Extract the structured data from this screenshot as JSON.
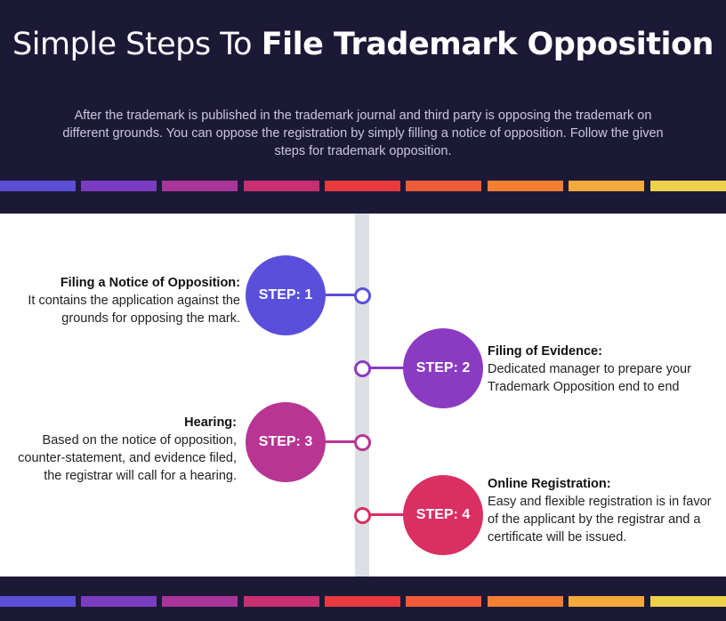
{
  "header": {
    "title_regular": "Simple Steps To",
    "title_bold": "File Trademark Opposition",
    "intro": "After the trademark is published in the trademark journal and third party is opposing the trademark on different grounds. You can oppose the registration by simply filling a notice of opposition. Follow the given steps for trademark opposition."
  },
  "colors": {
    "background_dark": "#1c1937",
    "spine": "#dcdfe3",
    "stripe": [
      "#5b4fd6",
      "#7a3cc0",
      "#a93599",
      "#c92f70",
      "#e8393f",
      "#ef5b38",
      "#f47f32",
      "#f3a93b",
      "#eed14b"
    ]
  },
  "steps": [
    {
      "label": "STEP: 1",
      "heading": "Filing a Notice of Opposition:",
      "description": "It contains the application against the grounds for opposing the mark.",
      "color": "#5a4fdb",
      "side": "left"
    },
    {
      "label": "STEP: 2",
      "heading": "Filing of Evidence:",
      "description": "Dedicated manager to prepare your Trademark Opposition end to end",
      "color": "#8a3bc2",
      "side": "right"
    },
    {
      "label": "STEP: 3",
      "heading": "Hearing:",
      "description": "Based on the notice of opposition, counter-statement, and evidence filed, the registrar will call for a hearing.",
      "color": "#b83594",
      "side": "left"
    },
    {
      "label": "STEP: 4",
      "heading": "Online Registration:",
      "description": "Easy and flexible registration is in favor of the applicant by the registrar and a certificate will be issued.",
      "color": "#d92f63",
      "side": "right"
    }
  ]
}
